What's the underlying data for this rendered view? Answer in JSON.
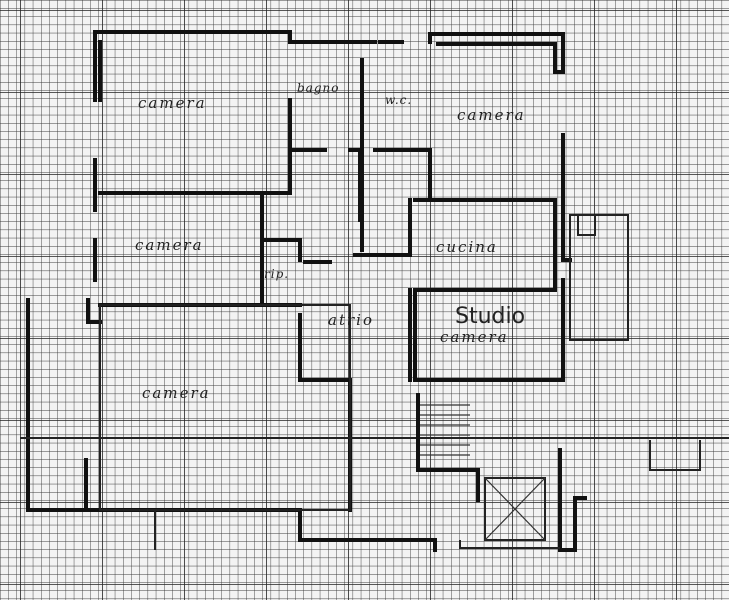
{
  "rooms": {
    "camera_top_left": "camera",
    "bagno": "bagno",
    "wc": "w.c.",
    "camera_top_right": "camera",
    "camera_mid_left": "camera",
    "rip": "rip.",
    "cucina": "cucina",
    "atrio": "atrio",
    "studio": "Studio",
    "camera_studio": "camera",
    "camera_bottom": "camera"
  },
  "colors": {
    "paper": "#f3f3f3",
    "grid": "#3a3a3a",
    "wall": "#111111"
  }
}
